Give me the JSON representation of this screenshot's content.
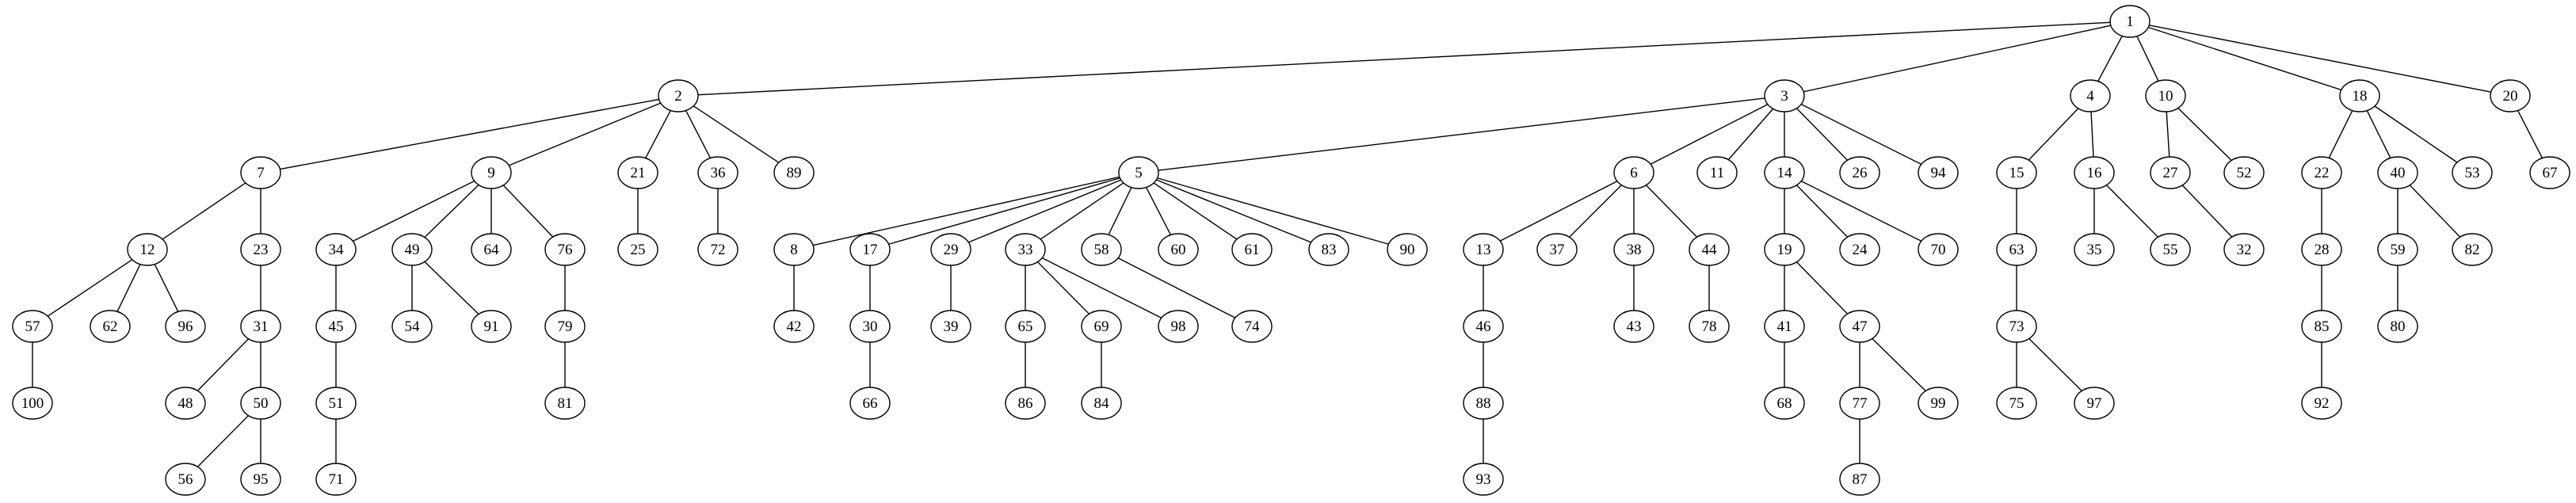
{
  "diagram": {
    "type": "tree",
    "root": "1",
    "nodes": [
      "1",
      "2",
      "3",
      "4",
      "5",
      "6",
      "7",
      "8",
      "9",
      "10",
      "11",
      "12",
      "13",
      "14",
      "15",
      "16",
      "17",
      "18",
      "19",
      "20",
      "21",
      "22",
      "23",
      "24",
      "25",
      "26",
      "27",
      "28",
      "29",
      "30",
      "31",
      "32",
      "33",
      "34",
      "35",
      "36",
      "37",
      "38",
      "39",
      "40",
      "41",
      "42",
      "43",
      "44",
      "45",
      "46",
      "47",
      "48",
      "49",
      "50",
      "51",
      "52",
      "53",
      "54",
      "55",
      "56",
      "57",
      "58",
      "59",
      "60",
      "61",
      "62",
      "63",
      "64",
      "65",
      "66",
      "67",
      "68",
      "69",
      "70",
      "71",
      "72",
      "73",
      "74",
      "75",
      "76",
      "77",
      "78",
      "79",
      "80",
      "81",
      "82",
      "83",
      "84",
      "85",
      "86",
      "87",
      "88",
      "89",
      "90",
      "91",
      "92",
      "93",
      "94",
      "95",
      "96",
      "97",
      "98",
      "99",
      "100"
    ],
    "edges": [
      [
        "1",
        "2"
      ],
      [
        "1",
        "3"
      ],
      [
        "1",
        "4"
      ],
      [
        "1",
        "10"
      ],
      [
        "1",
        "18"
      ],
      [
        "1",
        "20"
      ],
      [
        "2",
        "7"
      ],
      [
        "2",
        "9"
      ],
      [
        "2",
        "21"
      ],
      [
        "2",
        "36"
      ],
      [
        "2",
        "89"
      ],
      [
        "3",
        "5"
      ],
      [
        "3",
        "6"
      ],
      [
        "3",
        "11"
      ],
      [
        "3",
        "14"
      ],
      [
        "3",
        "26"
      ],
      [
        "3",
        "94"
      ],
      [
        "4",
        "15"
      ],
      [
        "4",
        "16"
      ],
      [
        "10",
        "27"
      ],
      [
        "10",
        "52"
      ],
      [
        "18",
        "22"
      ],
      [
        "18",
        "40"
      ],
      [
        "18",
        "53"
      ],
      [
        "20",
        "67"
      ],
      [
        "7",
        "12"
      ],
      [
        "7",
        "23"
      ],
      [
        "9",
        "34"
      ],
      [
        "9",
        "49"
      ],
      [
        "9",
        "64"
      ],
      [
        "9",
        "76"
      ],
      [
        "21",
        "25"
      ],
      [
        "36",
        "72"
      ],
      [
        "5",
        "8"
      ],
      [
        "5",
        "17"
      ],
      [
        "5",
        "29"
      ],
      [
        "5",
        "33"
      ],
      [
        "5",
        "58"
      ],
      [
        "5",
        "60"
      ],
      [
        "5",
        "61"
      ],
      [
        "5",
        "83"
      ],
      [
        "5",
        "90"
      ],
      [
        "6",
        "13"
      ],
      [
        "6",
        "37"
      ],
      [
        "6",
        "38"
      ],
      [
        "6",
        "44"
      ],
      [
        "14",
        "19"
      ],
      [
        "14",
        "24"
      ],
      [
        "14",
        "70"
      ],
      [
        "15",
        "63"
      ],
      [
        "16",
        "35"
      ],
      [
        "16",
        "55"
      ],
      [
        "27",
        "32"
      ],
      [
        "22",
        "28"
      ],
      [
        "40",
        "59"
      ],
      [
        "40",
        "82"
      ],
      [
        "12",
        "57"
      ],
      [
        "12",
        "62"
      ],
      [
        "12",
        "96"
      ],
      [
        "23",
        "31"
      ],
      [
        "34",
        "45"
      ],
      [
        "49",
        "54"
      ],
      [
        "49",
        "91"
      ],
      [
        "76",
        "79"
      ],
      [
        "8",
        "42"
      ],
      [
        "17",
        "30"
      ],
      [
        "29",
        "39"
      ],
      [
        "33",
        "65"
      ],
      [
        "33",
        "69"
      ],
      [
        "33",
        "98"
      ],
      [
        "58",
        "74"
      ],
      [
        "13",
        "46"
      ],
      [
        "38",
        "43"
      ],
      [
        "44",
        "78"
      ],
      [
        "19",
        "41"
      ],
      [
        "19",
        "47"
      ],
      [
        "63",
        "73"
      ],
      [
        "28",
        "85"
      ],
      [
        "59",
        "80"
      ],
      [
        "57",
        "100"
      ],
      [
        "31",
        "48"
      ],
      [
        "31",
        "50"
      ],
      [
        "45",
        "51"
      ],
      [
        "79",
        "81"
      ],
      [
        "30",
        "66"
      ],
      [
        "65",
        "86"
      ],
      [
        "69",
        "84"
      ],
      [
        "46",
        "88"
      ],
      [
        "41",
        "68"
      ],
      [
        "47",
        "77"
      ],
      [
        "47",
        "99"
      ],
      [
        "73",
        "75"
      ],
      [
        "73",
        "97"
      ],
      [
        "85",
        "92"
      ],
      [
        "50",
        "56"
      ],
      [
        "50",
        "95"
      ],
      [
        "51",
        "71"
      ],
      [
        "88",
        "93"
      ],
      [
        "77",
        "87"
      ]
    ]
  }
}
